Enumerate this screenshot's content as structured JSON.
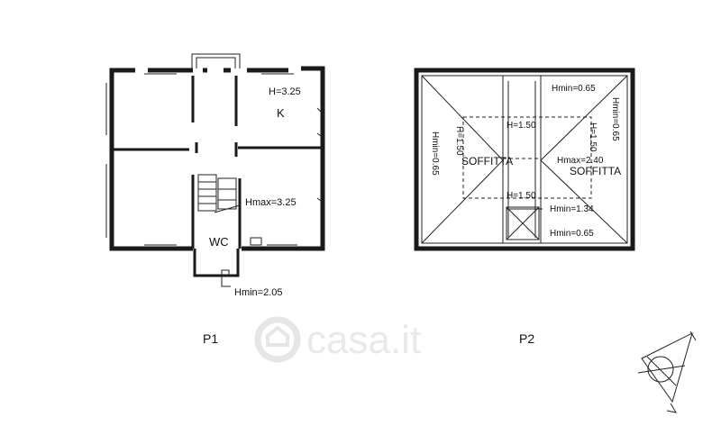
{
  "plans": {
    "p1": {
      "label": "P1",
      "room_k": "K",
      "height_k": "H=3.25",
      "hmax": "Hmax=3.25",
      "wc": "WC",
      "hmin": "Hmin=2.05"
    },
    "p2": {
      "label": "P2",
      "hmin_top": "Hmin=0.65",
      "hmin_right": "Hmin=0.65",
      "hmin_left": "Hmin=0.65",
      "h150_left": "H=1.50",
      "h150_top": "H=1.50",
      "h150_right": "H=1.50",
      "h150_bottom": "H=1.50",
      "soffitta_left": "SOFFITTA",
      "soffitta_right": "SOFFITTA",
      "hmax": "Hmax=2.40",
      "hmin_mid": "Hmin=1.34",
      "hmin_bottom": "Hmin=0.65"
    }
  },
  "watermark": {
    "text": "casa.it"
  },
  "icons": {
    "north_arrow": "north-arrow-icon",
    "watermark_logo": "house-logo-icon"
  }
}
